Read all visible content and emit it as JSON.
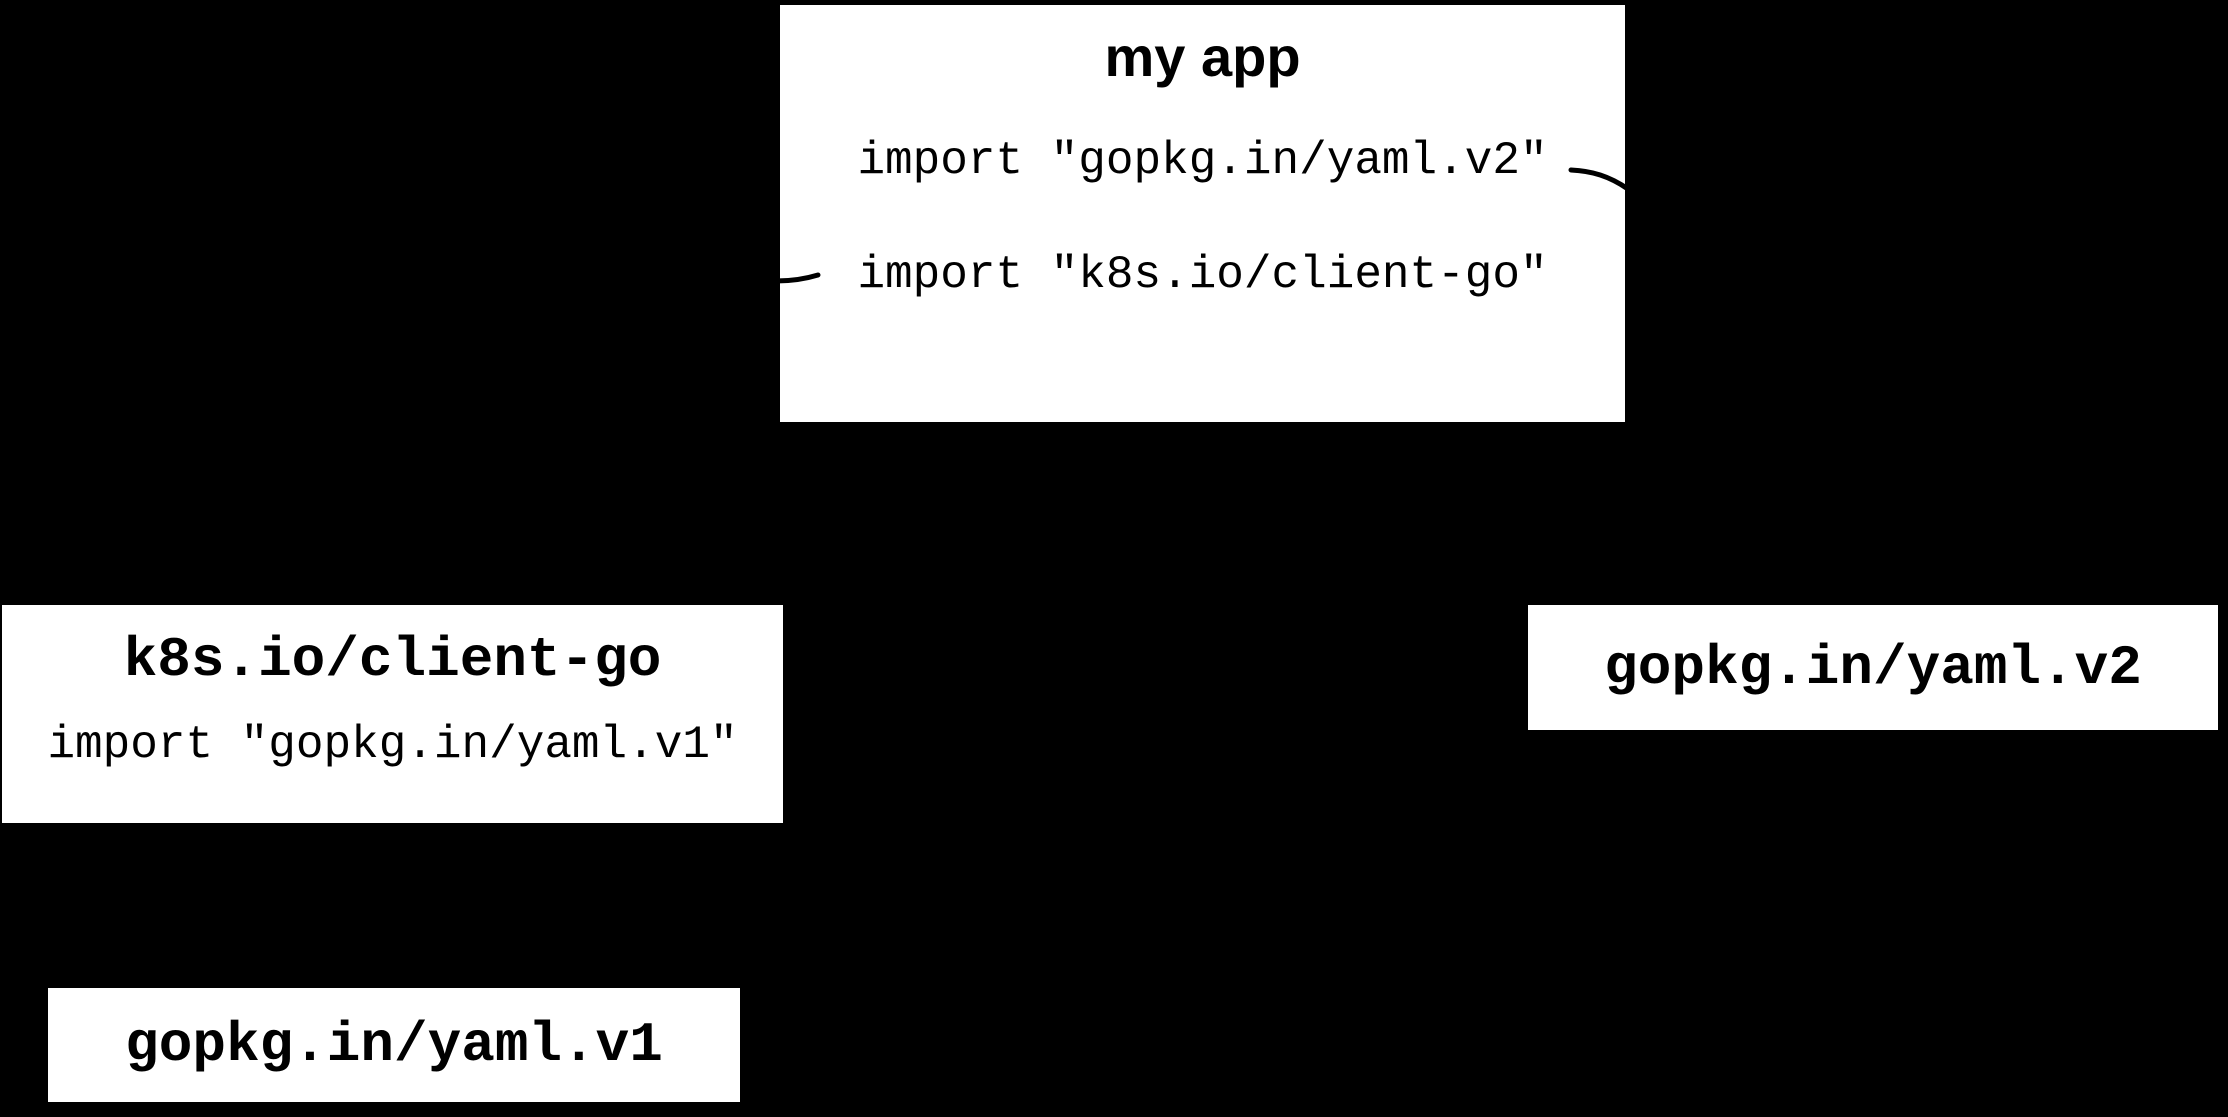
{
  "diagram": {
    "background_color": "#000000",
    "box_fill_color": "#ffffff",
    "text_color": "#000000",
    "nodes": {
      "my_app": {
        "title": "my app",
        "imports": [
          "import \"gopkg.in/yaml.v2\"",
          "import \"k8s.io/client-go\""
        ]
      },
      "client_go": {
        "title": "k8s.io/client-go",
        "imports": [
          "import \"gopkg.in/yaml.v1\""
        ]
      },
      "yaml_v2": {
        "title": "gopkg.in/yaml.v2"
      },
      "yaml_v1": {
        "title": "gopkg.in/yaml.v1"
      }
    },
    "connectors": [
      {
        "name": "my-app-import-to-gopkg-in-yaml-v2",
        "visible_segment": "right edge of my app box"
      },
      {
        "name": "k8s-io-client-go-to-my-app-import",
        "visible_segment": "left edge of my app box"
      }
    ]
  }
}
